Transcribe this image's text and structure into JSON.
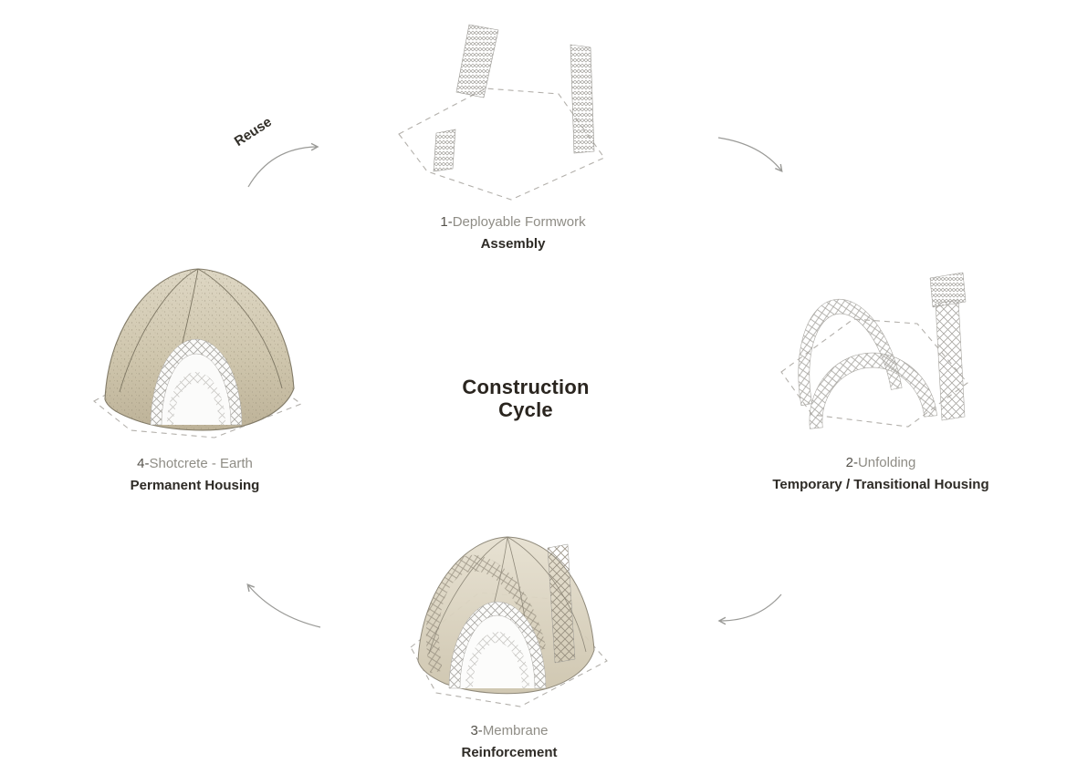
{
  "title": {
    "line1": "Construction",
    "line2": "Cycle"
  },
  "stages": {
    "assembly": {
      "number": "1-",
      "name": "Deployable Formwork",
      "subtitle": "Assembly"
    },
    "unfolding": {
      "number": "2-",
      "name": "Unfolding",
      "subtitle": "Temporary / Transitional Housing"
    },
    "membrane": {
      "number": "3-",
      "name": "Membrane",
      "subtitle": "Reinforcement"
    },
    "shotcrete": {
      "number": "4-",
      "name": "Shotcrete - Earth",
      "subtitle": "Permanent Housing"
    }
  },
  "arrows": {
    "reuse_label": "Reuse"
  },
  "colors": {
    "background": "#ffffff",
    "lattice_gray": "#a9a7a2",
    "lattice_dark": "#8d8576",
    "membrane_beige": "#d6cdb7",
    "earth_tan": "#cfc5aa",
    "earth_speckle": "#8f8670",
    "dashed_base": "#b3b0ab",
    "arrow_gray": "#9a9a97",
    "text_gray": "#8f8d86",
    "text_dark": "#2e2b26"
  }
}
